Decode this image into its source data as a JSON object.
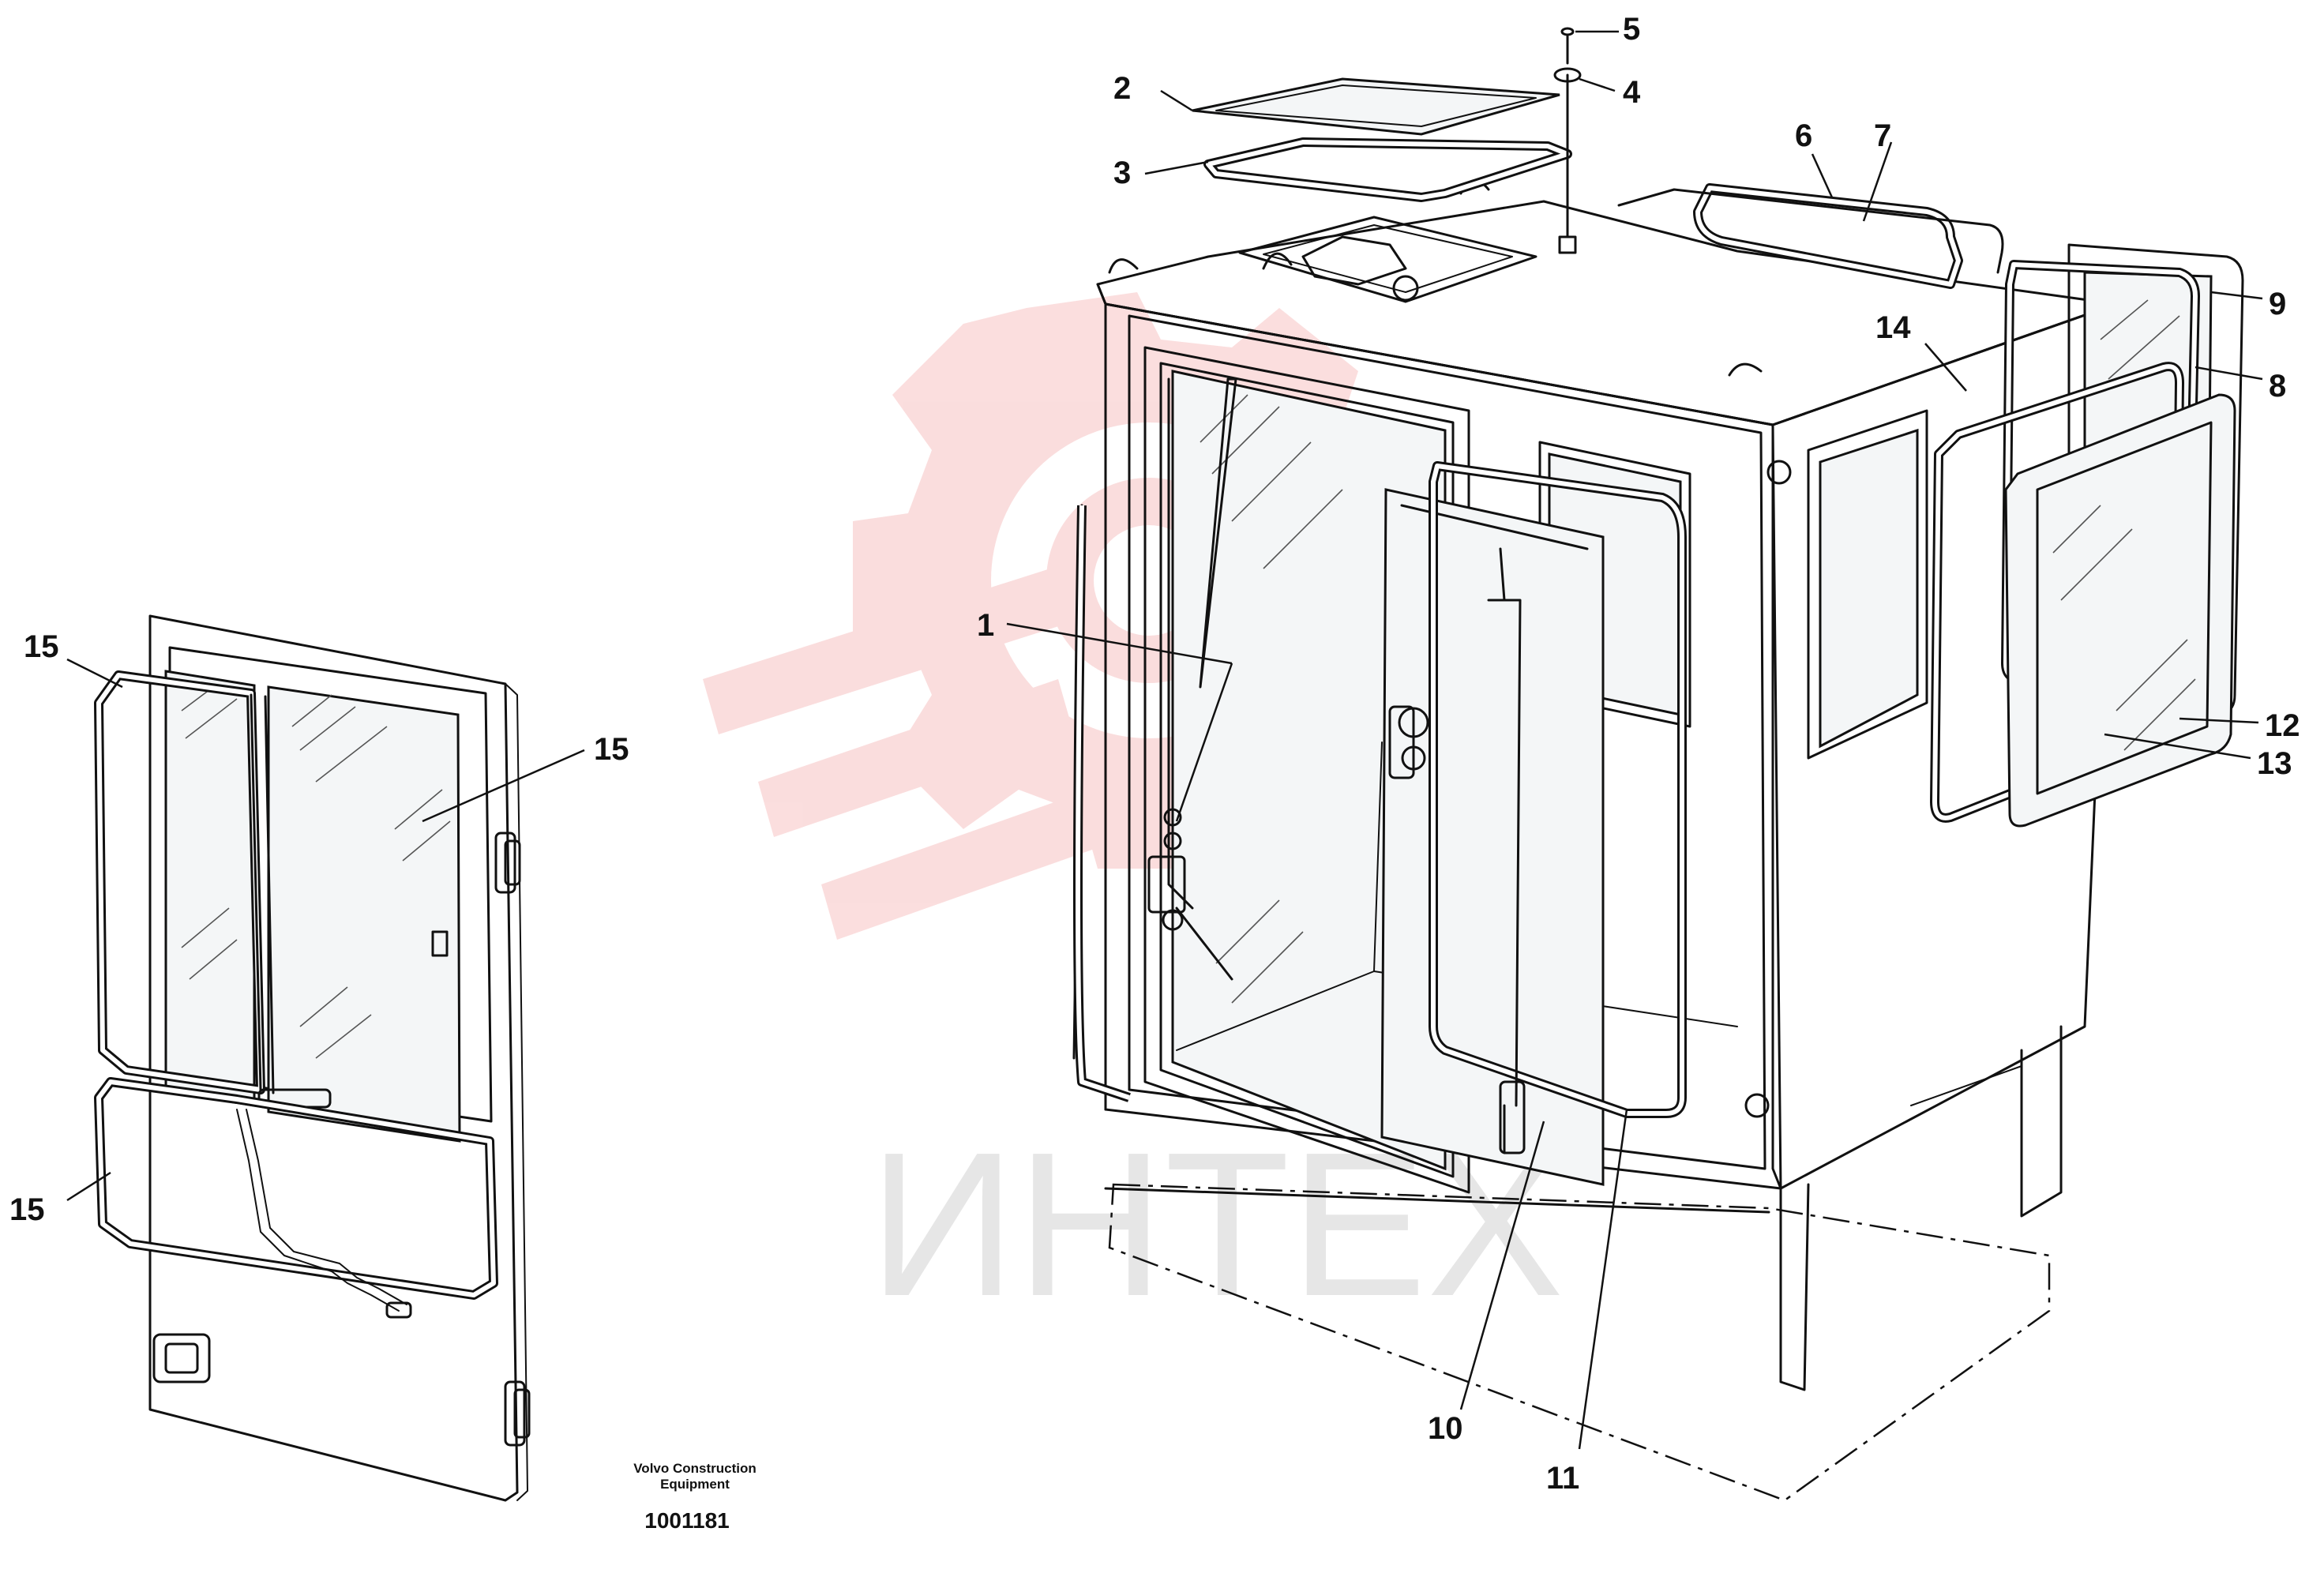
{
  "watermark": {
    "text": "ИНТЕХ",
    "color": "#f2a9a9"
  },
  "labels": {
    "l1": "1",
    "l2": "2",
    "l3": "3",
    "l4": "4",
    "l5": "5",
    "l6": "6",
    "l7": "7",
    "l8": "8",
    "l9": "9",
    "l10": "10",
    "l11": "11",
    "l12": "12",
    "l13": "13",
    "l14": "14",
    "l15a": "15",
    "l15b": "15",
    "l15c": "15"
  },
  "footer": {
    "company_line1": "Volvo Construction",
    "company_line2": "Equipment",
    "drawing_number": "1001181"
  }
}
